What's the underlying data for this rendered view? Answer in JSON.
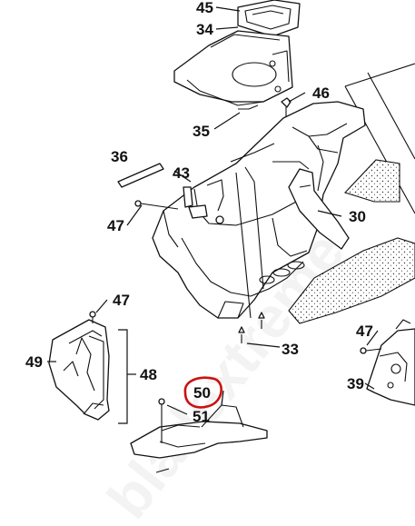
{
  "watermark": "bladextreme",
  "highlight_color": "#cc1111",
  "callouts": {
    "c45": "45",
    "c34": "34",
    "c46": "46",
    "c35": "35",
    "c36": "36",
    "c43": "43",
    "c47a": "47",
    "c30": "30",
    "c47b": "47",
    "c49": "49",
    "c48": "48",
    "c33": "33",
    "c47c": "47",
    "c39": "39",
    "c50": "50",
    "c51": "51"
  }
}
